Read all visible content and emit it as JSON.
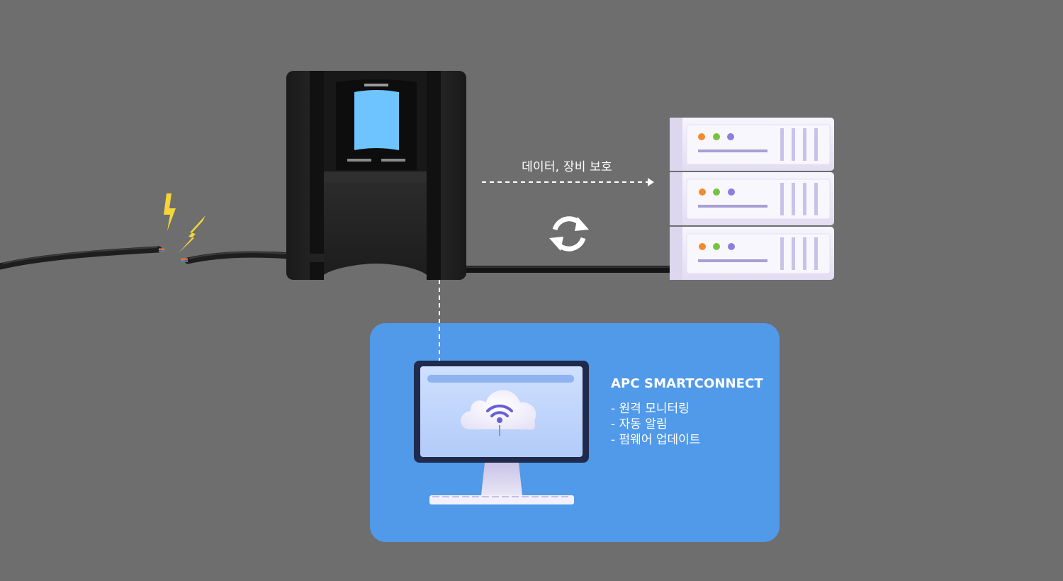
{
  "diagram": {
    "protection_label": "데이터, 장비 보호",
    "smartconnect": {
      "title": "APC SMARTCONNECT",
      "features": [
        "- 원격 모니터링",
        "- 자동 알림",
        "- 펌웨어 업데이트"
      ]
    },
    "icons": {
      "power_surge": "lightning-bolt-icon",
      "ups": "ups-device-icon",
      "server": "server-rack-icon",
      "sync": "sync-arrows-icon",
      "monitor": "monitor-icon",
      "cloud": "cloud-wifi-icon"
    },
    "colors": {
      "background": "#6e6e6e",
      "panel": "#5199e9",
      "ups_screen": "#6ec4ff",
      "bolt": "#f4d63a",
      "led_orange": "#f28a2e",
      "led_green": "#7ac143",
      "led_purple": "#8a7fe0"
    }
  }
}
